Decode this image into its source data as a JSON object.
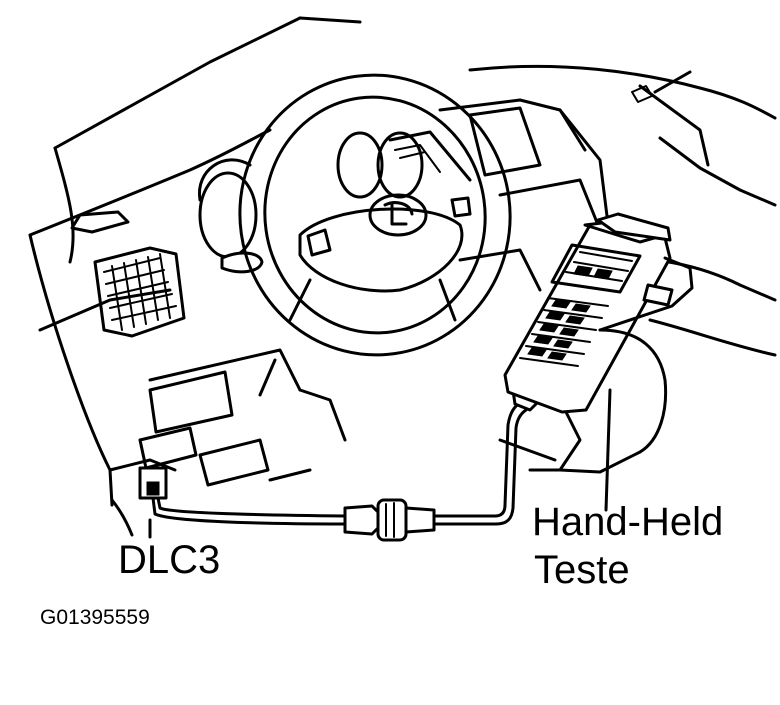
{
  "labels": {
    "connector": "DLC3",
    "tester_line1": "Hand-Held",
    "tester_line2": "Teste",
    "figure_id": "G01395559"
  },
  "colors": {
    "line": "#000000",
    "background": "#ffffff"
  }
}
